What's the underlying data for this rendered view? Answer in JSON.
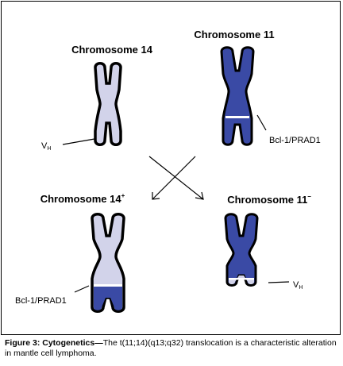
{
  "diagram": {
    "chr14_label": "Chromosome 14",
    "chr11_label": "Chromosome 11",
    "chr14_plus_label": "Chromosome 14",
    "chr14_plus_sup": "+",
    "chr11_minus_label": "Chromosome 11",
    "chr11_minus_sup": "–",
    "vh_label": "V",
    "vh_sub": "H",
    "bcl_label": "Bcl-1/PRAD1",
    "colors": {
      "chr14": "#d2d3ea",
      "chr11": "#3a4aa5",
      "outline": "#000000",
      "band": "#ffffff"
    }
  },
  "caption": {
    "label": "Figure 3: Cytogenetics",
    "dash": "—",
    "text": "The t(11;14)(q13;q32) translocation is a characteristic alteration in mantle cell lymphoma."
  }
}
